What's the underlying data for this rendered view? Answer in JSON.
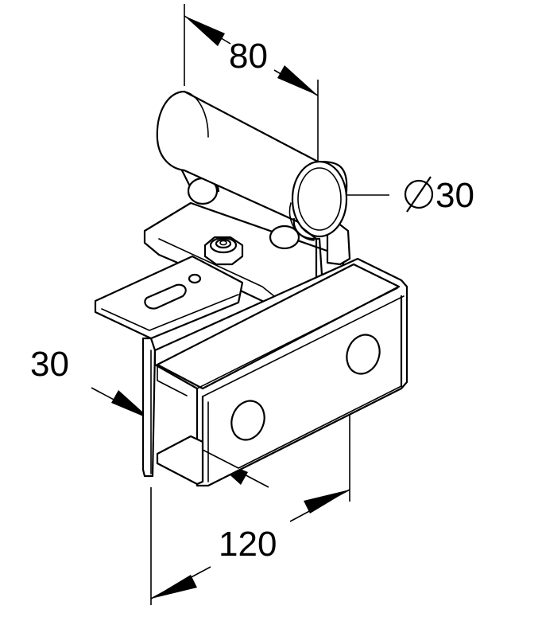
{
  "dimensions": {
    "top_width": "80",
    "diameter": "30",
    "flange": "30",
    "length": "120"
  },
  "colors": {
    "line": "#000000",
    "background": "#ffffff"
  },
  "icons": {
    "diameter_symbol": "diameter-icon"
  }
}
